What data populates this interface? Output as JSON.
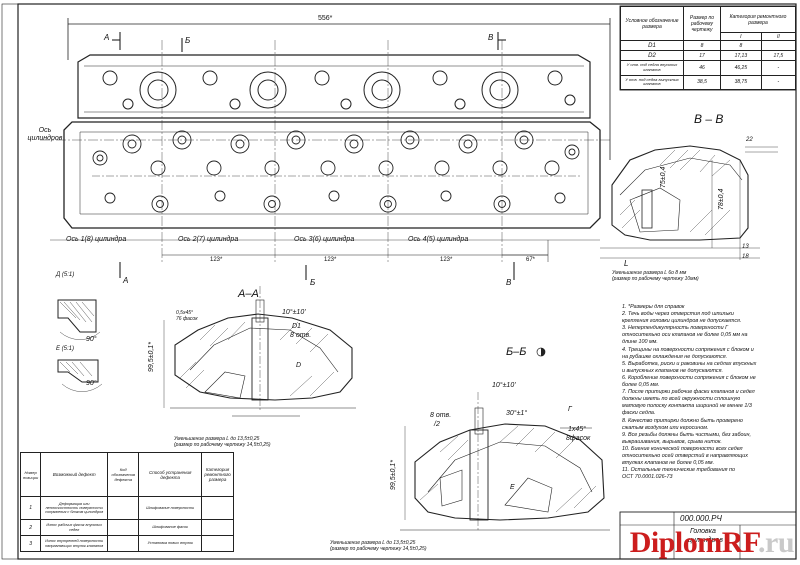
{
  "dimensions": {
    "overall_length": "556*",
    "spacing_a": "123*",
    "spacing_b": "123*",
    "spacing_c": "123*",
    "spacing_d": "67*"
  },
  "plan_view": {
    "cylinder_axis_label": "Ось цилиндров",
    "cylinder_axes": [
      "Ось 1(8) цилиндра",
      "Ось 2(7) цилиндра",
      "Ось 3(6) цилиндра",
      "Ось 4(5) цилиндра"
    ],
    "section_markers": [
      "А",
      "Б",
      "В",
      "А",
      "Б",
      "В"
    ]
  },
  "repair_table": {
    "col_parameter": "Условное обозначение размера",
    "col_nominal": "Размер по рабочему чертежу",
    "col_category": "Категория ремонтного размера",
    "category_numbers": [
      "I",
      "II"
    ],
    "rows": [
      {
        "name": "D1",
        "nominal": "8",
        "cat1": "8",
        "cat2": ""
      },
      {
        "name": "D2",
        "nominal": "17",
        "cat1": "17,13",
        "cat2": "17,5"
      },
      {
        "name": "У отв. под седла впускных клапанов",
        "nominal": "46",
        "cat1": "46,25",
        "cat2": "-"
      },
      {
        "name": "У отв. под седла выпускных клапанов",
        "nominal": "38,5",
        "cat1": "38,75",
        "cat2": "-"
      }
    ]
  },
  "section_vv": {
    "title": "В – В",
    "dims": [
      "75±0,4",
      "78±0,4",
      "22",
      "13",
      "18"
    ],
    "letter": "L",
    "note_line1": "Уменьшение размера L 6о 8 мм",
    "note_line2": "(размер по рабочему чертежу 10мм)"
  },
  "section_aa": {
    "title": "А–А",
    "chamfer": "0,5х45°",
    "chamfer2": "76 фасок",
    "angle": "10°±10'",
    "d1": "D1",
    "holes": "8 отв.",
    "height": "99,5±0,1*",
    "d_label": "D",
    "note_line1": "Уменьшение размера L до 13,5±0,25",
    "note_line2": "(размер по рабочему чертежу 14,5±0,25)"
  },
  "section_bb": {
    "title": "Б–Б",
    "angle1": "10°±10'",
    "angle2": "30°±1°",
    "chamfer": "1х45°",
    "chamfer2": "8фасок",
    "holes": "8 отв.",
    "d2": "/2",
    "height": "99,5±0,1*",
    "e_label": "Е",
    "g_label": "Г",
    "note_line1": "Уменьшение размера L до 13,5±0,25",
    "note_line2": "(размер по рабочему чертежу 14,5±0,25)"
  },
  "details": {
    "d_label": "Д (5:1)",
    "e_label": "Е (5:1)",
    "angle": "90°"
  },
  "notes": [
    "1. *Размеры для справок",
    "2. Течь воды через отверстия под шпильки",
    "крепления     головки цилиндров не допускается.",
    "3. Неперпендикулярность поверхности Г",
    "относительно      оси клапанов не более 0,05 мм на",
    "длине 100 мм.",
    "4. Трещины на поверхности сопряжения с блоком и",
    "на     рубашке охлаждения не допускаются.",
    "5. Выработка, риски и раковины на седлах впускных",
    "и     выпускных клапанов не допускаются.",
    "6. Коробление поверхности сопряжения с блоком не",
    "более     0,05 мм.",
    "7. После притирки рабочие фаски клапанов и седел",
    "должны иметь по всей окружности сплошную",
    "матовую     полоску контакта шириной не менее 1/3",
    "фаски седла.",
    "8. Качество притирки должно быть проверено",
    "сжатым     воздухом или керосином.",
    "9. Все резьбы должны быть чистыми, без забоин,",
    "выкрашивания, вырывов, срыва ниток.",
    "10. Биение конической поверхности всех седел",
    "относительно осей отверстий в направляющих",
    "втулках     клапанов не более 0,05 мм.",
    "11. Остальные технические требования по",
    "ОСТ 70.0001.026-73"
  ],
  "defects_table": {
    "headers": [
      "Номер позиции",
      "Возможный дефект",
      "Код обозначения дефекта",
      "Способ устранения дефекта",
      "Категория ремонтного размера"
    ],
    "rows": [
      [
        "1",
        "Деформация или неплоскостность поверхности сопряжения с блоком цилиндров",
        "",
        "Шлифование поверхности",
        ""
      ],
      [
        "2",
        "Износ рабочих фасок впускных седел",
        "",
        "Шлифование фасок",
        ""
      ],
      [
        "3",
        "Износ внутренней поверхности направляющих втулок клапанов",
        "",
        "Установка новых втулок",
        ""
      ]
    ]
  },
  "title_block": {
    "code": "000.000.РЧ",
    "name_line1": "Головка",
    "name_line2": "цилиндров"
  },
  "watermark": {
    "part1": "Diplom",
    "part2": "RF",
    "part3": ".ru"
  }
}
